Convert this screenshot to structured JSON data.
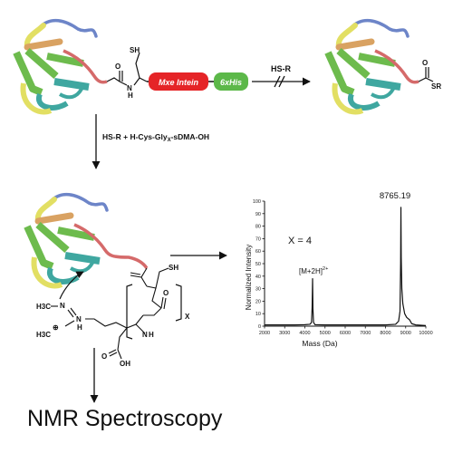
{
  "top": {
    "mxe_intein_label": "Mxe Intein",
    "his_tag_label": "6xHis",
    "arrow_reagent": "HS-R",
    "thioester_group": "SR",
    "sh_label": "SH",
    "o_label": "O",
    "h_label": "H",
    "n_label": "N"
  },
  "reaction": {
    "reagent_prefix": "HS-R + H-Cys-Gly",
    "reagent_x": "X",
    "reagent_suffix": "-sDMA-OH"
  },
  "product": {
    "sh_label": "SH",
    "h3c_top": "H3C",
    "h3c_bottom": "H3C",
    "nh_label": "N",
    "nh_h": "H",
    "plus_sign": "⊕",
    "oh_label": "OH",
    "o_label": "O",
    "bracket_x": "X"
  },
  "spectrum": {
    "x_annotation": "X = 4",
    "peak_main_label": "8765.19",
    "peak_minor_label": "[M+2H]",
    "peak_minor_charge": "2+",
    "ylabel": "Normalized Intensity",
    "xlabel": "Mass (Da)"
  },
  "chart_data": {
    "type": "line",
    "title": "",
    "xlabel": "Mass (Da)",
    "ylabel": "Normalized Intensity",
    "xlim": [
      2000,
      10000
    ],
    "ylim": [
      0,
      100
    ],
    "x_ticks": [
      2000,
      3000,
      4000,
      5000,
      6000,
      7000,
      8000,
      9000,
      10000
    ],
    "y_ticks": [
      0,
      10,
      20,
      30,
      40,
      50,
      60,
      70,
      80,
      90,
      100
    ],
    "series": [
      {
        "x": [
          2000,
          2500,
          3000,
          3500,
          4000,
          4250,
          4330,
          4360,
          4383,
          4400,
          4430,
          4500,
          5000,
          6000,
          7000,
          8000,
          8500,
          8650,
          8720,
          8750,
          8765,
          8780,
          8810,
          8860,
          8950,
          9050,
          9200,
          9250,
          9300,
          9500,
          10000
        ],
        "y": [
          1,
          1,
          1,
          1,
          1.2,
          1.5,
          3,
          15,
          38,
          14,
          3,
          1.2,
          1,
          1,
          1,
          1,
          1.5,
          4,
          12,
          50,
          95,
          55,
          30,
          18,
          10,
          7,
          5,
          3.5,
          2,
          1,
          0.5
        ]
      }
    ],
    "annotations": [
      "8765.19",
      "[M+2H]2+",
      "X = 4"
    ]
  },
  "outcome": {
    "label": "NMR Spectroscopy"
  },
  "colors": {
    "intein_red": "#e52427",
    "his_green": "#5cb849",
    "loop_blue": "#6d85c8",
    "loop_red": "#d56a6a",
    "strand_green": "#6dbb4d",
    "strand_teal": "#3fa7a0",
    "strand_yellow": "#e2df63",
    "helix_orange": "#d9a262"
  }
}
